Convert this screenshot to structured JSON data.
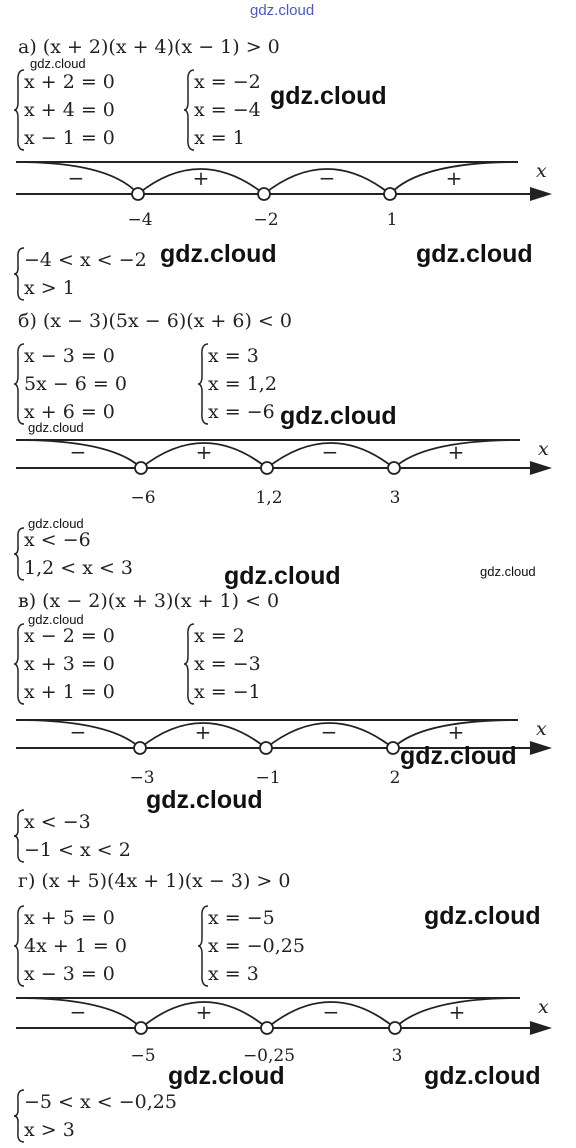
{
  "watermarks": {
    "top": "gdz.cloud",
    "big": "gdz.cloud",
    "small": "gdz.cloud"
  },
  "problems": [
    {
      "header": "а) (x + 2)(x + 4)(x − 1) > 0",
      "system_left": [
        "x + 2 = 0",
        "x + 4 = 0",
        "x − 1 = 0"
      ],
      "system_right": [
        "x = −2",
        "x = −4",
        "x = 1"
      ],
      "ticks": [
        "−4",
        "−2",
        "1"
      ],
      "signs": [
        "−",
        "+",
        "−",
        "+"
      ],
      "answer": [
        "−4 < x < −2",
        "x > 1"
      ]
    },
    {
      "header": "б) (x − 3)(5x − 6)(x + 6) < 0",
      "system_left": [
        "x − 3 = 0",
        "5x − 6 = 0",
        "x + 6 = 0"
      ],
      "system_right": [
        "x = 3",
        "x = 1,2",
        "x = −6"
      ],
      "ticks": [
        "−6",
        "1,2",
        "3"
      ],
      "signs": [
        "−",
        "+",
        "−",
        "+"
      ],
      "answer": [
        "x < −6",
        "1,2 < x < 3"
      ]
    },
    {
      "header": "в) (x − 2)(x + 3)(x + 1) < 0",
      "system_left": [
        "x − 2 = 0",
        "x + 3 = 0",
        "x + 1 = 0"
      ],
      "system_right": [
        "x = 2",
        "x = −3",
        "x = −1"
      ],
      "ticks": [
        "−3",
        "−1",
        "2"
      ],
      "signs": [
        "−",
        "+",
        "−",
        "+"
      ],
      "answer": [
        "x < −3",
        "−1 < x < 2"
      ]
    },
    {
      "header": "г) (x + 5)(4x + 1)(x − 3) > 0",
      "system_left": [
        "x + 5 = 0",
        "4x + 1 = 0",
        "x − 3 = 0"
      ],
      "system_right": [
        "x = −5",
        "x = −0,25",
        "x = 3"
      ],
      "ticks": [
        "−5",
        "−0,25",
        "3"
      ],
      "signs": [
        "−",
        "+",
        "−",
        "+"
      ],
      "answer": [
        "−5 < x < −0,25",
        "x > 3"
      ]
    }
  ],
  "axis_label": "x"
}
